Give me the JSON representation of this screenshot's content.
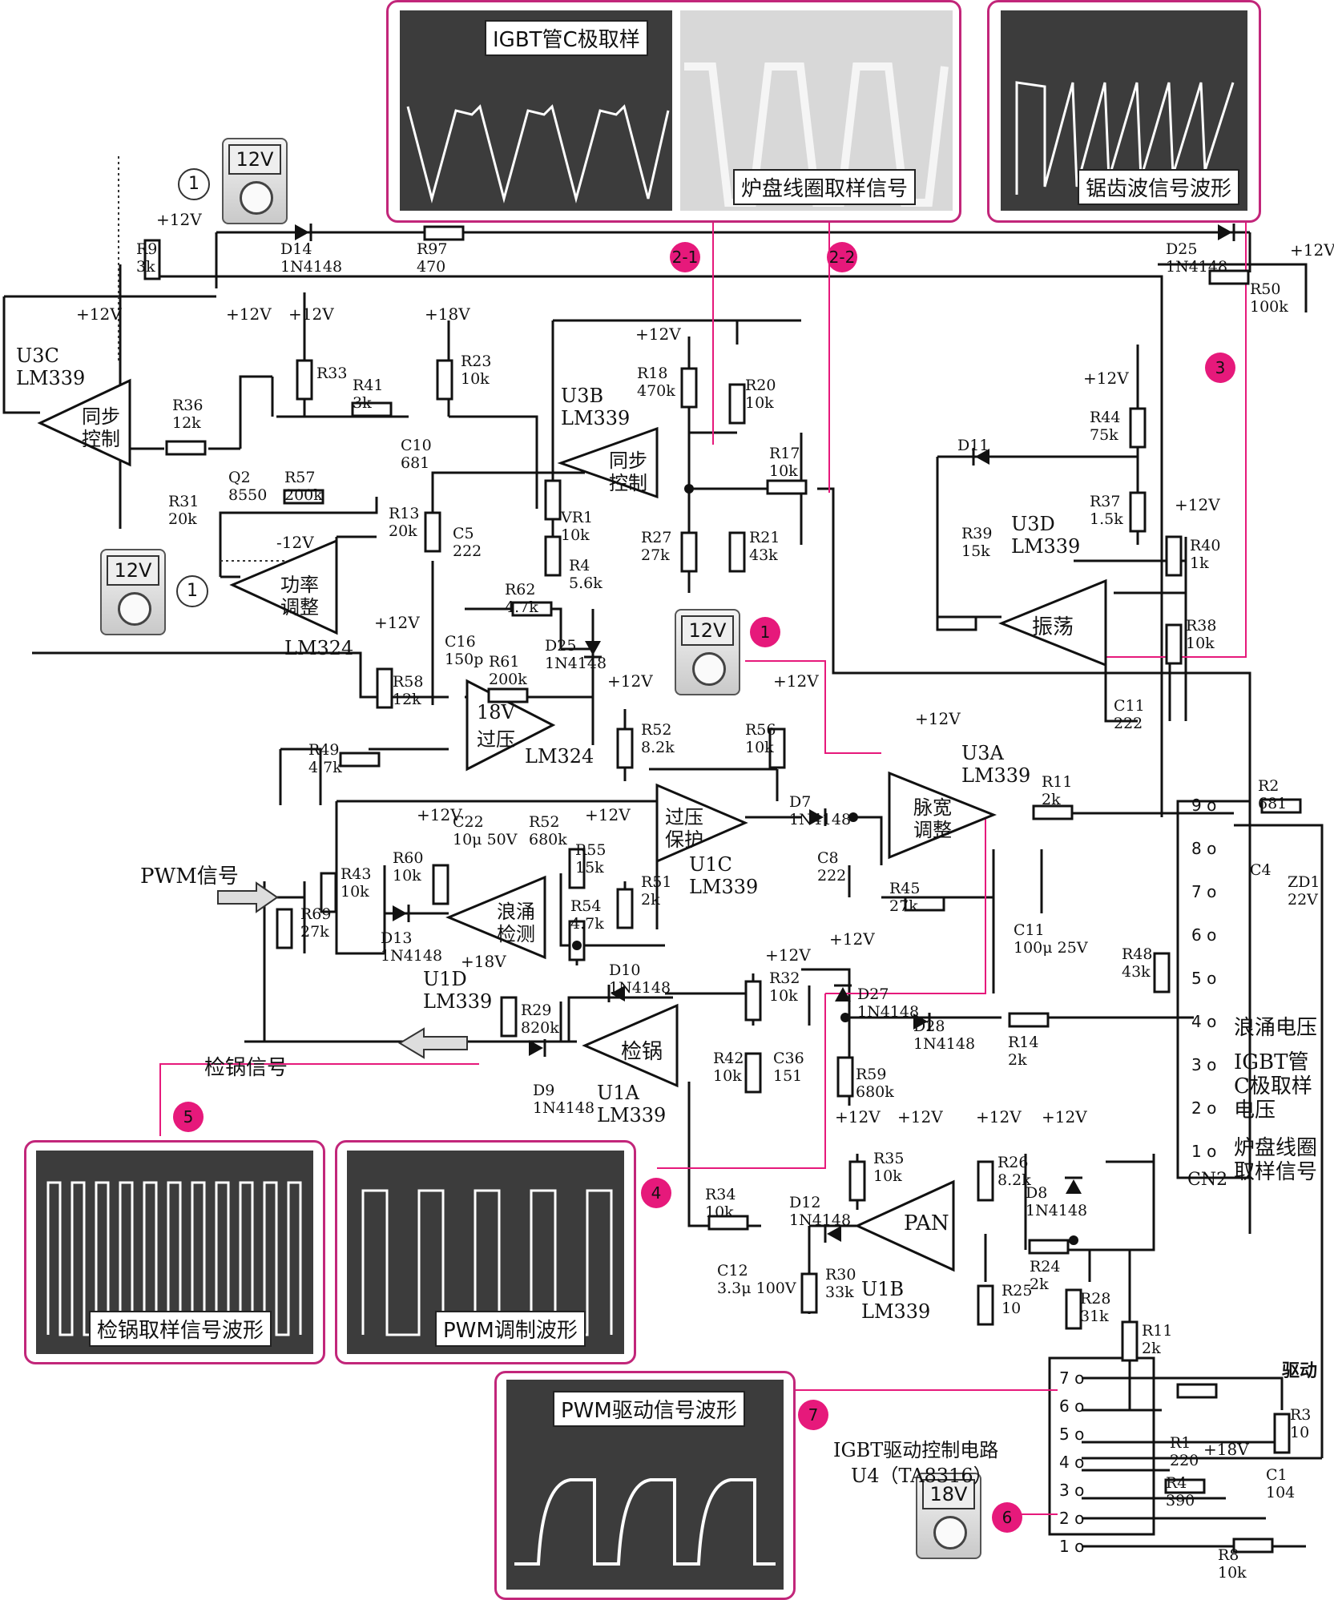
{
  "scopes": {
    "top_left_a": "IGBT管C极取样",
    "top_left_b": "炉盘线圈取样信号",
    "top_right": "锯齿波信号波形",
    "bottom_left": "检锅取样信号波形",
    "bottom_mid": "PWM调制波形",
    "bottom_drive": "PWM驱动信号波形"
  },
  "meters": {
    "m1": "12V",
    "m2": "12V",
    "m3": "12V",
    "m4": "18V"
  },
  "markers": {
    "m1a": "1",
    "m1b": "1",
    "m1c": "1",
    "m21": "2-1",
    "m22": "2-2",
    "m3": "3",
    "m4": "4",
    "m5": "5",
    "m6": "6",
    "m7": "7"
  },
  "opamps": {
    "u3c_name": "U3C",
    "u3c_part": "LM339",
    "u3c_fn1": "同步",
    "u3c_fn2": "控制",
    "u3b_name": "U3B",
    "u3b_part": "LM339",
    "u3b_fn1": "同步",
    "u3b_fn2": "控制",
    "pwr_fn1": "功率",
    "pwr_fn2": "调整",
    "pwr_part": "LM324",
    "ov18_fn1": "18V",
    "ov18_fn2": "过压",
    "ov18_part": "LM324",
    "u3d_name": "U3D",
    "u3d_part": "LM339",
    "u3d_fn": "振荡",
    "u1c_fn1": "过压",
    "u1c_fn2": "保护",
    "u1c_name": "U1C",
    "u1c_part": "LM339",
    "u1d_fn1": "浪涌",
    "u1d_fn2": "检测",
    "u1d_name": "U1D",
    "u1d_part": "LM339",
    "u3a_name": "U3A",
    "u3a_part": "LM339",
    "u3a_fn1": "脉宽",
    "u3a_fn2": "调整",
    "u1a_fn": "检锅",
    "u1a_name": "U1A",
    "u1a_part": "LM339",
    "u1b_fn": "PAN",
    "u1b_name": "U1B",
    "u1b_part": "LM339"
  },
  "components": [
    {
      "id": "R9",
      "v": "3k"
    },
    {
      "id": "D14",
      "v": "1N4148"
    },
    {
      "id": "R97",
      "v": "470"
    },
    {
      "id": "D25",
      "v": "1N4148"
    },
    {
      "id": "R50",
      "v": "100k"
    },
    {
      "id": "R36",
      "v": "12k"
    },
    {
      "id": "R31",
      "v": "20k"
    },
    {
      "id": "Q2",
      "v": "8550"
    },
    {
      "id": "R33",
      "v": ""
    },
    {
      "id": "R41",
      "v": "3k"
    },
    {
      "id": "C10",
      "v": "681"
    },
    {
      "id": "R23",
      "v": "10k"
    },
    {
      "id": "R57",
      "v": "200k"
    },
    {
      "id": "R18",
      "v": "470k"
    },
    {
      "id": "R20",
      "v": "10k"
    },
    {
      "id": "R17",
      "v": "10k"
    },
    {
      "id": "VR1",
      "v": "10k"
    },
    {
      "id": "R4",
      "v": "5.6k"
    },
    {
      "id": "R13",
      "v": "20k"
    },
    {
      "id": "C5",
      "v": "222"
    },
    {
      "id": "R62",
      "v": "4.7k"
    },
    {
      "id": "R27",
      "v": "27k"
    },
    {
      "id": "R21",
      "v": "43k"
    },
    {
      "id": "R44",
      "v": "75k"
    },
    {
      "id": "D11",
      "v": ""
    },
    {
      "id": "R37",
      "v": "1.5k"
    },
    {
      "id": "R39",
      "v": "15k"
    },
    {
      "id": "R40",
      "v": "1k"
    },
    {
      "id": "R38",
      "v": "10k"
    },
    {
      "id": "C16",
      "v": "150p"
    },
    {
      "id": "R61",
      "v": "200k"
    },
    {
      "id": "D25b",
      "v": "1N4148"
    },
    {
      "id": "R58",
      "v": "12k"
    },
    {
      "id": "R49",
      "v": "4.7k"
    },
    {
      "id": "C11a",
      "v": "222"
    },
    {
      "id": "R52a",
      "v": "8.2k"
    },
    {
      "id": "R56",
      "v": "10k"
    },
    {
      "id": "D7",
      "v": "1N4148"
    },
    {
      "id": "R11a",
      "v": "2k"
    },
    {
      "id": "R2",
      "v": "681"
    },
    {
      "id": "C22",
      "v": "10μ 50V"
    },
    {
      "id": "R52b",
      "v": "680k"
    },
    {
      "id": "R55",
      "v": "15k"
    },
    {
      "id": "R60",
      "v": "10k"
    },
    {
      "id": "R51",
      "v": "2k"
    },
    {
      "id": "C8",
      "v": "222"
    },
    {
      "id": "R45",
      "v": "27k"
    },
    {
      "id": "R43",
      "v": "10k"
    },
    {
      "id": "R54",
      "v": "4.7k"
    },
    {
      "id": "R69",
      "v": "27k"
    },
    {
      "id": "D13",
      "v": "1N4148"
    },
    {
      "id": "C11b",
      "v": "100μ 25V"
    },
    {
      "id": "R48",
      "v": "43k"
    },
    {
      "id": "D10",
      "v": "1N4148"
    },
    {
      "id": "R32",
      "v": "10k"
    },
    {
      "id": "D27",
      "v": "1N4148"
    },
    {
      "id": "R29",
      "v": "820k"
    },
    {
      "id": "D28",
      "v": "1N4148"
    },
    {
      "id": "R14",
      "v": "2k"
    },
    {
      "id": "R42",
      "v": "10k"
    },
    {
      "id": "C36",
      "v": "151"
    },
    {
      "id": "R59",
      "v": "680k"
    },
    {
      "id": "D9",
      "v": "1N4148"
    },
    {
      "id": "R35",
      "v": "10k"
    },
    {
      "id": "R26",
      "v": "8.2k"
    },
    {
      "id": "D8",
      "v": "1N4148"
    },
    {
      "id": "R34",
      "v": "10k"
    },
    {
      "id": "D12",
      "v": "1N4148"
    },
    {
      "id": "R24",
      "v": "2k"
    },
    {
      "id": "C12",
      "v": "3.3μ 100V"
    },
    {
      "id": "R30",
      "v": "33k"
    },
    {
      "id": "R25",
      "v": "10"
    },
    {
      "id": "R28",
      "v": "31k"
    },
    {
      "id": "R11b",
      "v": "2k"
    },
    {
      "id": "R3",
      "v": "10"
    },
    {
      "id": "R1",
      "v": "220"
    },
    {
      "id": "R4b",
      "v": "390"
    },
    {
      "id": "C1",
      "v": "104"
    },
    {
      "id": "R8",
      "v": "10k"
    },
    {
      "id": "C4",
      "v": ""
    },
    {
      "id": "ZD1",
      "v": "22V"
    }
  ],
  "labels": {
    "plus12v": "+12V",
    "minus12v": "-12V",
    "plus18v": "+18V",
    "pwm_signal": "PWM信号",
    "pan_signal": "检锅信号",
    "cn2": "CN2",
    "cn2_p4": "浪涌电压",
    "cn2_p3a": "IGBT管",
    "cn2_p3b": "C极取样",
    "cn2_p3c": "电压",
    "cn2_p1a": "炉盘线圈",
    "cn2_p1b": "取样信号",
    "drive": "驱动",
    "u4_line1": "IGBT驱动控制电路",
    "u4_line2": "U4（TA8316）"
  },
  "cn2_pins": [
    "9",
    "8",
    "7",
    "6",
    "5",
    "4",
    "3",
    "2",
    "1"
  ],
  "u4_pins": [
    "7",
    "6",
    "5",
    "4",
    "3",
    "2",
    "1"
  ]
}
